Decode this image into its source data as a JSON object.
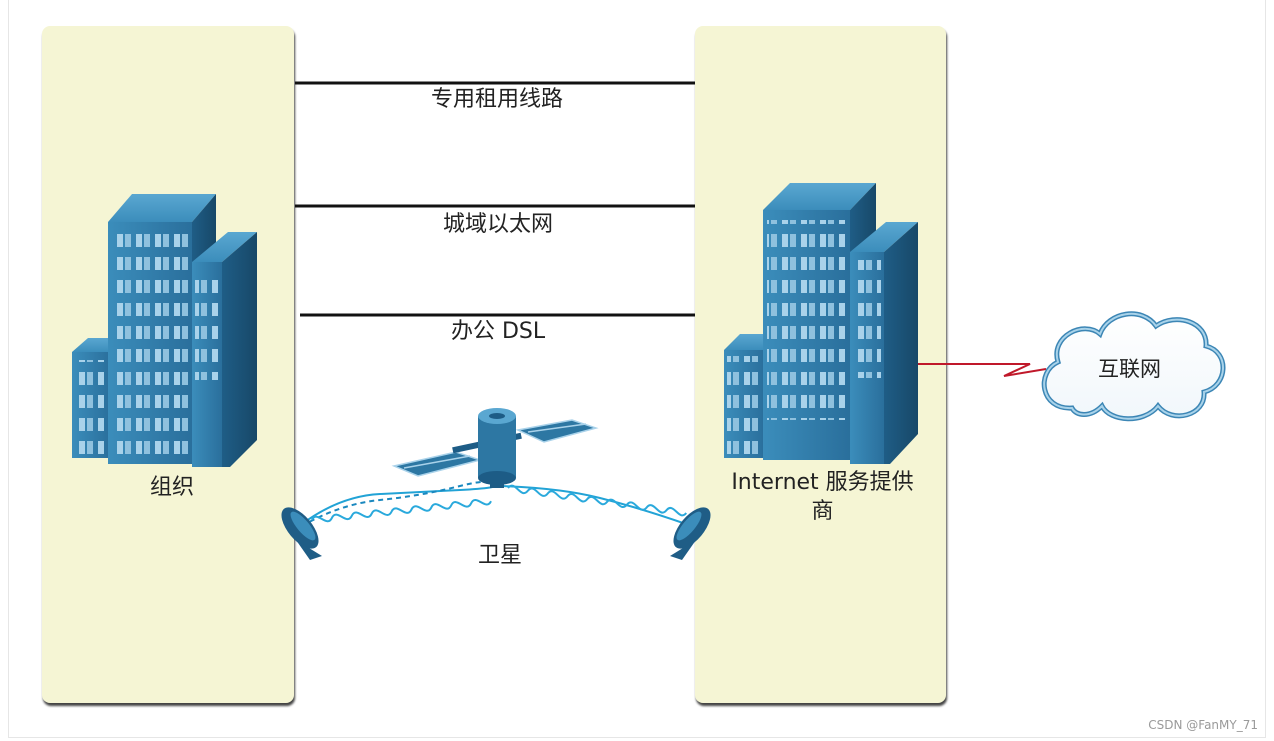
{
  "diagram": {
    "labels": {
      "leased_line": "专用租用线路",
      "metro_ethernet": "城域以太网",
      "office_dsl": "办公 DSL",
      "satellite": "卫星",
      "organization": "组织",
      "isp": "Internet 服务提供商",
      "internet": "互联网"
    },
    "icons": {
      "org_building": "office-building-icon",
      "isp_building": "office-building-icon",
      "satellite": "satellite-icon",
      "dish": "satellite-dish-icon",
      "cloud": "cloud-icon",
      "serial_link": "lightning-link-icon"
    },
    "colors": {
      "panel": "#f5f5d4",
      "building": "#2d77a3",
      "building_dark": "#1b4f72",
      "signal": "#22a3d6",
      "serial": "#c0182a"
    }
  },
  "watermark": "CSDN @FanMY_71"
}
